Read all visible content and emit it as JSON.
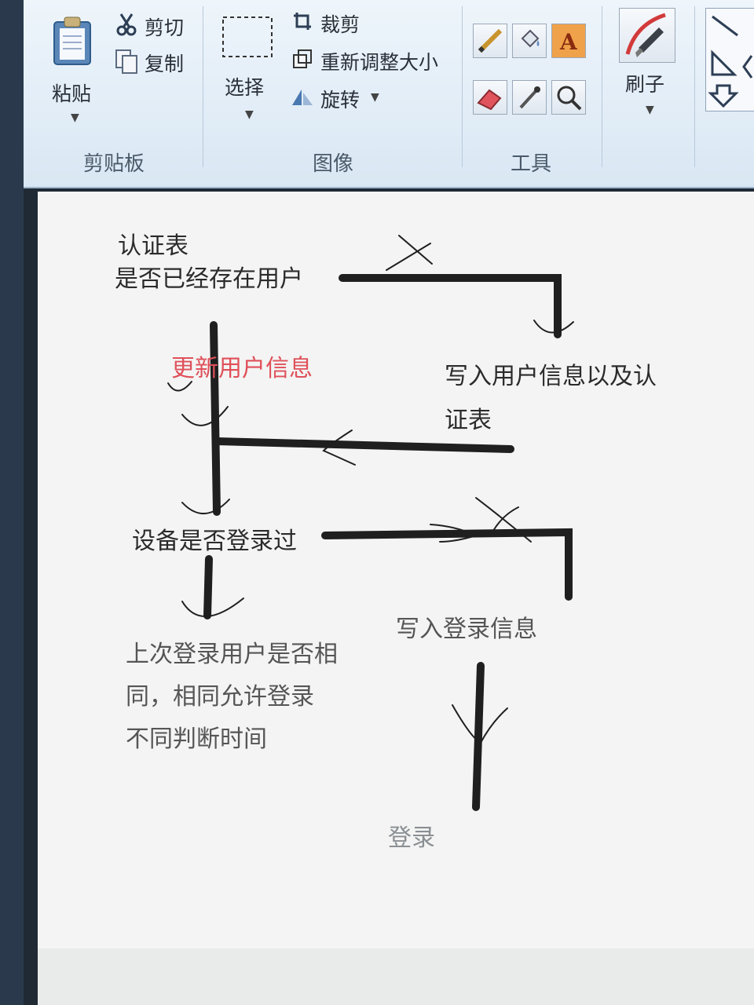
{
  "ribbon": {
    "clipboard": {
      "paste_label": "粘贴",
      "cut_label": "剪切",
      "copy_label": "复制",
      "group_label": "剪贴板"
    },
    "image": {
      "select_label": "选择",
      "crop_label": "裁剪",
      "resize_label": "重新调整大小",
      "rotate_label": "旋转",
      "group_label": "图像"
    },
    "tools": {
      "group_label": "工具",
      "items": [
        "pencil-icon",
        "fill-icon",
        "text-icon",
        "eraser-icon",
        "color-picker-icon",
        "magnifier-icon"
      ]
    },
    "brushes": {
      "label": "刷子"
    }
  },
  "canvas": {
    "t1_line1": "认证表",
    "t1_line2": "是否已经存在用户",
    "update_user": "更新用户信息",
    "write_user_1": "写入用户信息以及认",
    "write_user_2": "证表",
    "device_logged": "设备是否登录过",
    "write_login": "写入登录信息",
    "last_user_1": "上次登录用户是否相",
    "last_user_2": "同，相同允许登录",
    "last_user_3": "不同判断时间",
    "login": "登录"
  },
  "colors": {
    "ink": "#1f1f1f",
    "red_text": "#e0505a",
    "ribbon_bg": "#e6eff8",
    "canvas_bg": "#f3f4f3"
  }
}
